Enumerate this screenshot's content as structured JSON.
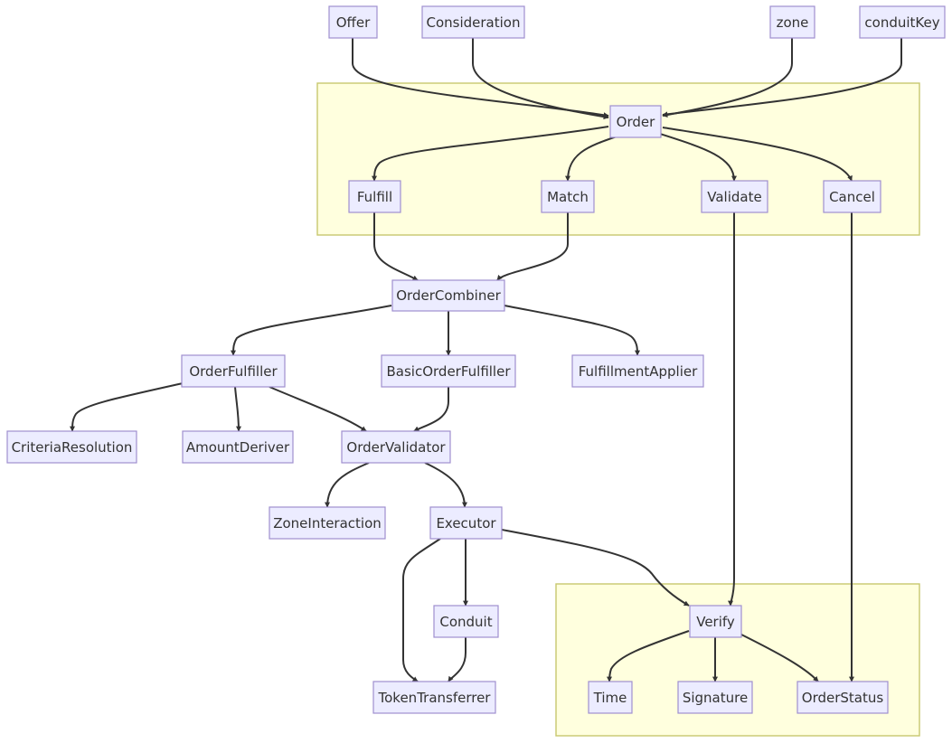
{
  "colors": {
    "node_fill": "#ececff",
    "node_border": "#9f8fcf",
    "cluster_fill": "#ffffde",
    "cluster_border": "#c8c86e",
    "edge": "#333333",
    "text": "#333333"
  },
  "nodes": {
    "offer": "Offer",
    "consideration": "Consideration",
    "zone": "zone",
    "conduit_key": "conduitKey",
    "order": "Order",
    "fulfill": "Fulfill",
    "match": "Match",
    "validate": "Validate",
    "cancel": "Cancel",
    "order_combiner": "OrderCombiner",
    "order_fulfiller": "OrderFulfiller",
    "basic_order_fulfiller": "BasicOrderFulfiller",
    "fulfillment_applier": "FulfillmentApplier",
    "criteria_resolution": "CriteriaResolution",
    "amount_deriver": "AmountDeriver",
    "order_validator": "OrderValidator",
    "zone_interaction": "ZoneInteraction",
    "executor": "Executor",
    "conduit": "Conduit",
    "token_transferrer": "TokenTransferrer",
    "verify": "Verify",
    "time": "Time",
    "signature": "Signature",
    "order_status": "OrderStatus"
  },
  "edges": [
    [
      "offer",
      "order"
    ],
    [
      "consideration",
      "order"
    ],
    [
      "zone",
      "order"
    ],
    [
      "conduit_key",
      "order"
    ],
    [
      "order",
      "fulfill"
    ],
    [
      "order",
      "match"
    ],
    [
      "order",
      "validate"
    ],
    [
      "order",
      "cancel"
    ],
    [
      "fulfill",
      "order_combiner"
    ],
    [
      "match",
      "order_combiner"
    ],
    [
      "validate",
      "verify"
    ],
    [
      "cancel",
      "order_status"
    ],
    [
      "order_combiner",
      "order_fulfiller"
    ],
    [
      "order_combiner",
      "basic_order_fulfiller"
    ],
    [
      "order_combiner",
      "fulfillment_applier"
    ],
    [
      "order_fulfiller",
      "criteria_resolution"
    ],
    [
      "order_fulfiller",
      "amount_deriver"
    ],
    [
      "order_fulfiller",
      "order_validator"
    ],
    [
      "basic_order_fulfiller",
      "order_validator"
    ],
    [
      "order_validator",
      "zone_interaction"
    ],
    [
      "order_validator",
      "executor"
    ],
    [
      "executor",
      "conduit"
    ],
    [
      "executor",
      "token_transferrer"
    ],
    [
      "executor",
      "verify"
    ],
    [
      "conduit",
      "token_transferrer"
    ],
    [
      "verify",
      "time"
    ],
    [
      "verify",
      "signature"
    ],
    [
      "verify",
      "order_status"
    ]
  ]
}
